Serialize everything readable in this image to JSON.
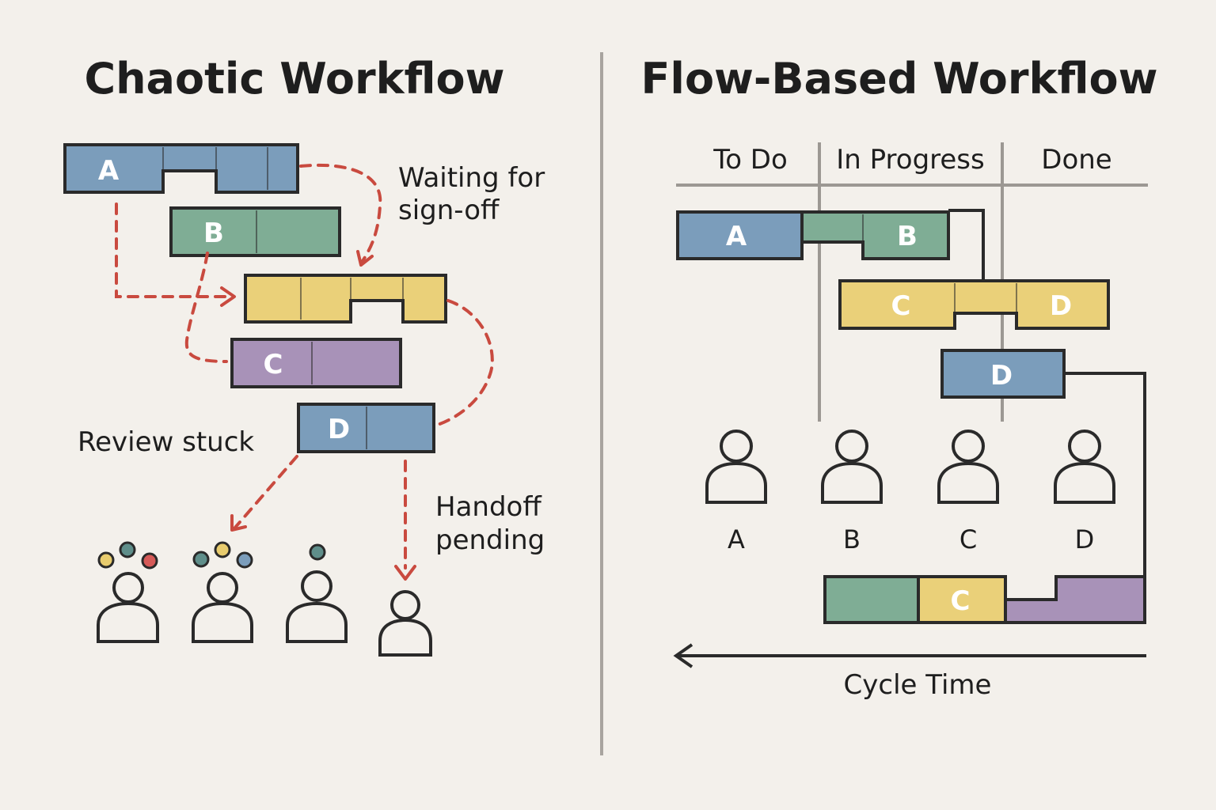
{
  "left": {
    "title": "Chaotic Workflow",
    "notes": {
      "waiting_line1": "Waiting for",
      "waiting_line2": "sign-off",
      "review": "Review stuck",
      "handoff_line1": "Handoff",
      "handoff_line2": "pending"
    },
    "tasks": [
      "A",
      "B",
      "C",
      "D"
    ]
  },
  "right": {
    "title": "Flow-Based Workflow",
    "columns": [
      "To Do",
      "In Progress",
      "Done"
    ],
    "task_labels": {
      "a": "A",
      "b": "B",
      "c1": "C",
      "d1": "D",
      "d2": "D",
      "c2": "C"
    },
    "people": [
      "A",
      "B",
      "C",
      "D"
    ],
    "cycle_time": "Cycle Time"
  },
  "colors": {
    "background": "#f3f0eb",
    "blue": "#7b9dbb",
    "green": "#7fad95",
    "yellow": "#ead079",
    "purple": "#a892b8",
    "red": "#c94a3f",
    "dot_teal": "#5f8e8a"
  }
}
